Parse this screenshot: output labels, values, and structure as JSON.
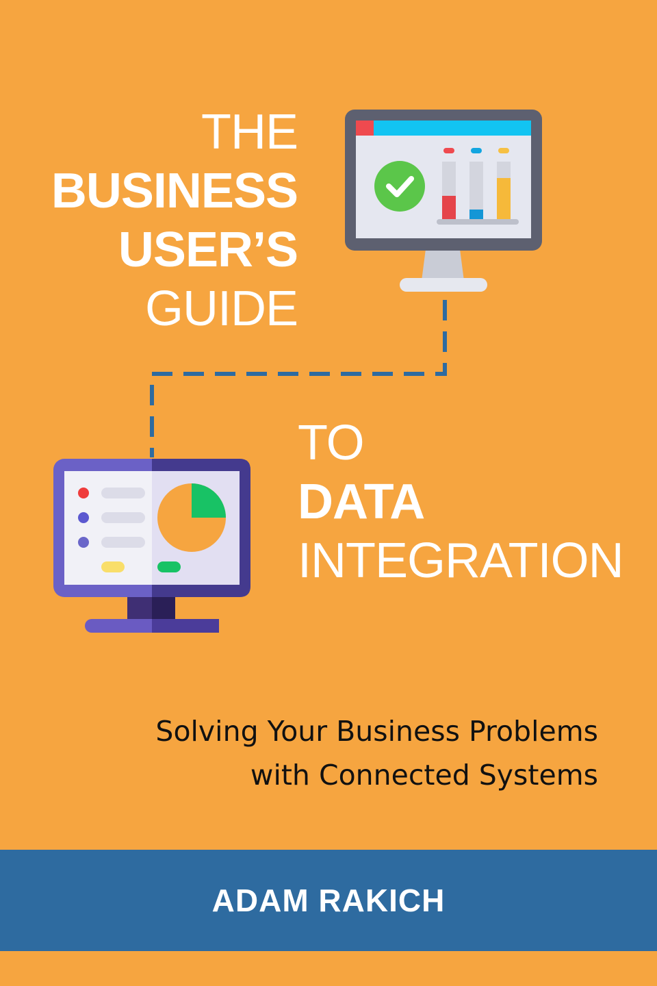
{
  "title": {
    "lines": [
      {
        "text": "THE",
        "weight": "light"
      },
      {
        "text": "BUSINESS",
        "weight": "bold"
      },
      {
        "text": "USER’S",
        "weight": "bold"
      },
      {
        "text": "GUIDE",
        "weight": "light"
      }
    ]
  },
  "subtitle": {
    "lines": [
      {
        "text": "TO",
        "weight": "light"
      },
      {
        "text": "DATA",
        "weight": "bold"
      },
      {
        "text": "INTEGRATION",
        "weight": "light"
      }
    ]
  },
  "tagline": {
    "line1": "Solving Your Business Problems",
    "line2": "with Connected Systems"
  },
  "author": "ADAM RAKICH",
  "colors": {
    "background": "#F6A540",
    "band": "#2E6BA0",
    "connector": "#2E6BA0",
    "title_text": "#FFFFFF"
  },
  "icons": {
    "right_monitor": "monitor-bar-chart-checkmark-icon",
    "left_monitor": "monitor-pie-chart-list-icon"
  }
}
